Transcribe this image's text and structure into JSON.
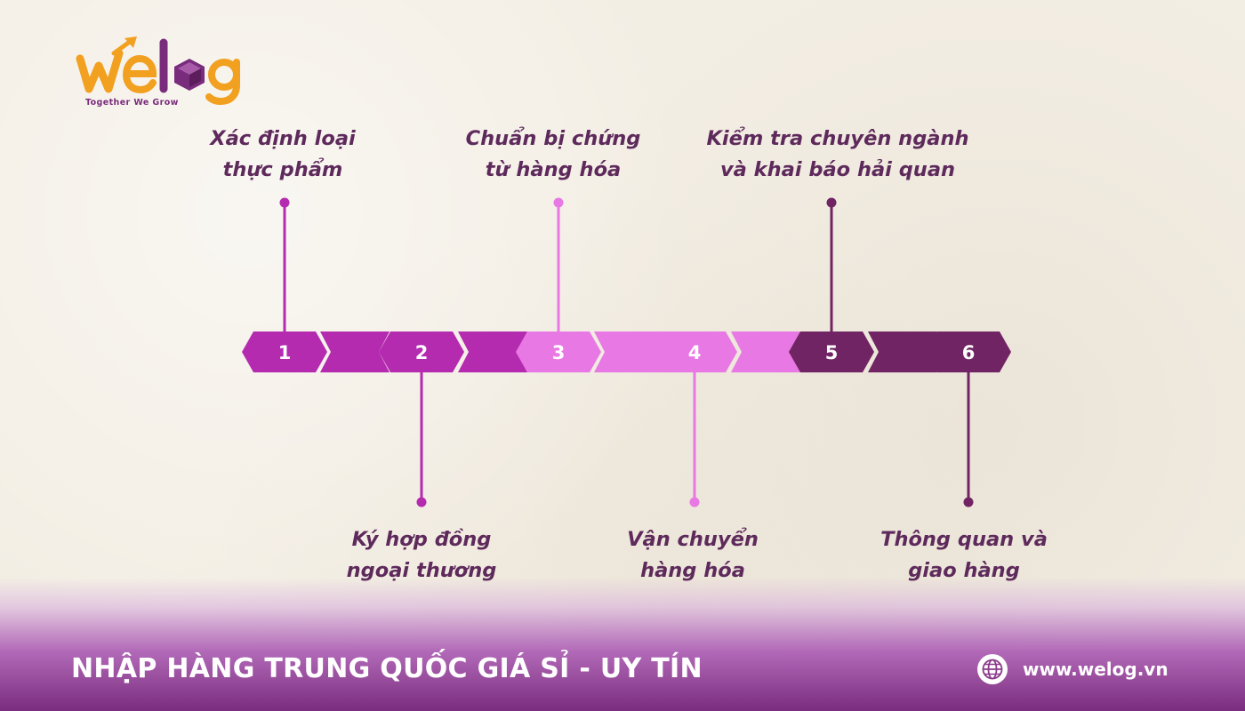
{
  "brand": {
    "logo_text": "welog",
    "tagline": "Together We Grow"
  },
  "steps": [
    {
      "number": "1",
      "lines": [
        "Xác định loại",
        "thực phẩm"
      ],
      "position": "top",
      "color": "#b42bb0"
    },
    {
      "number": "2",
      "lines": [
        "Ký hợp đồng",
        "ngoại thương"
      ],
      "position": "bottom",
      "color": "#b42bb0"
    },
    {
      "number": "3",
      "lines": [
        "Chuẩn bị chứng",
        "từ hàng hóa"
      ],
      "position": "top",
      "color": "#e878e3"
    },
    {
      "number": "4",
      "lines": [
        "Vận chuyển",
        "hàng hóa"
      ],
      "position": "bottom",
      "color": "#e878e3"
    },
    {
      "number": "5",
      "lines": [
        "Kiểm tra chuyên ngành",
        "và khai báo hải quan"
      ],
      "position": "top",
      "color": "#702463"
    },
    {
      "number": "6",
      "lines": [
        "Thông quan và",
        "giao hàng"
      ],
      "position": "bottom",
      "color": "#702463"
    }
  ],
  "footer": {
    "title": "NHẬP HÀNG TRUNG QUỐC GIÁ SỈ - UY TÍN",
    "website": "www.welog.vn"
  },
  "colors": {
    "logo_orange": "#f2a020",
    "logo_purple": "#7a2c7c",
    "label_text": "#5e2a5c"
  }
}
